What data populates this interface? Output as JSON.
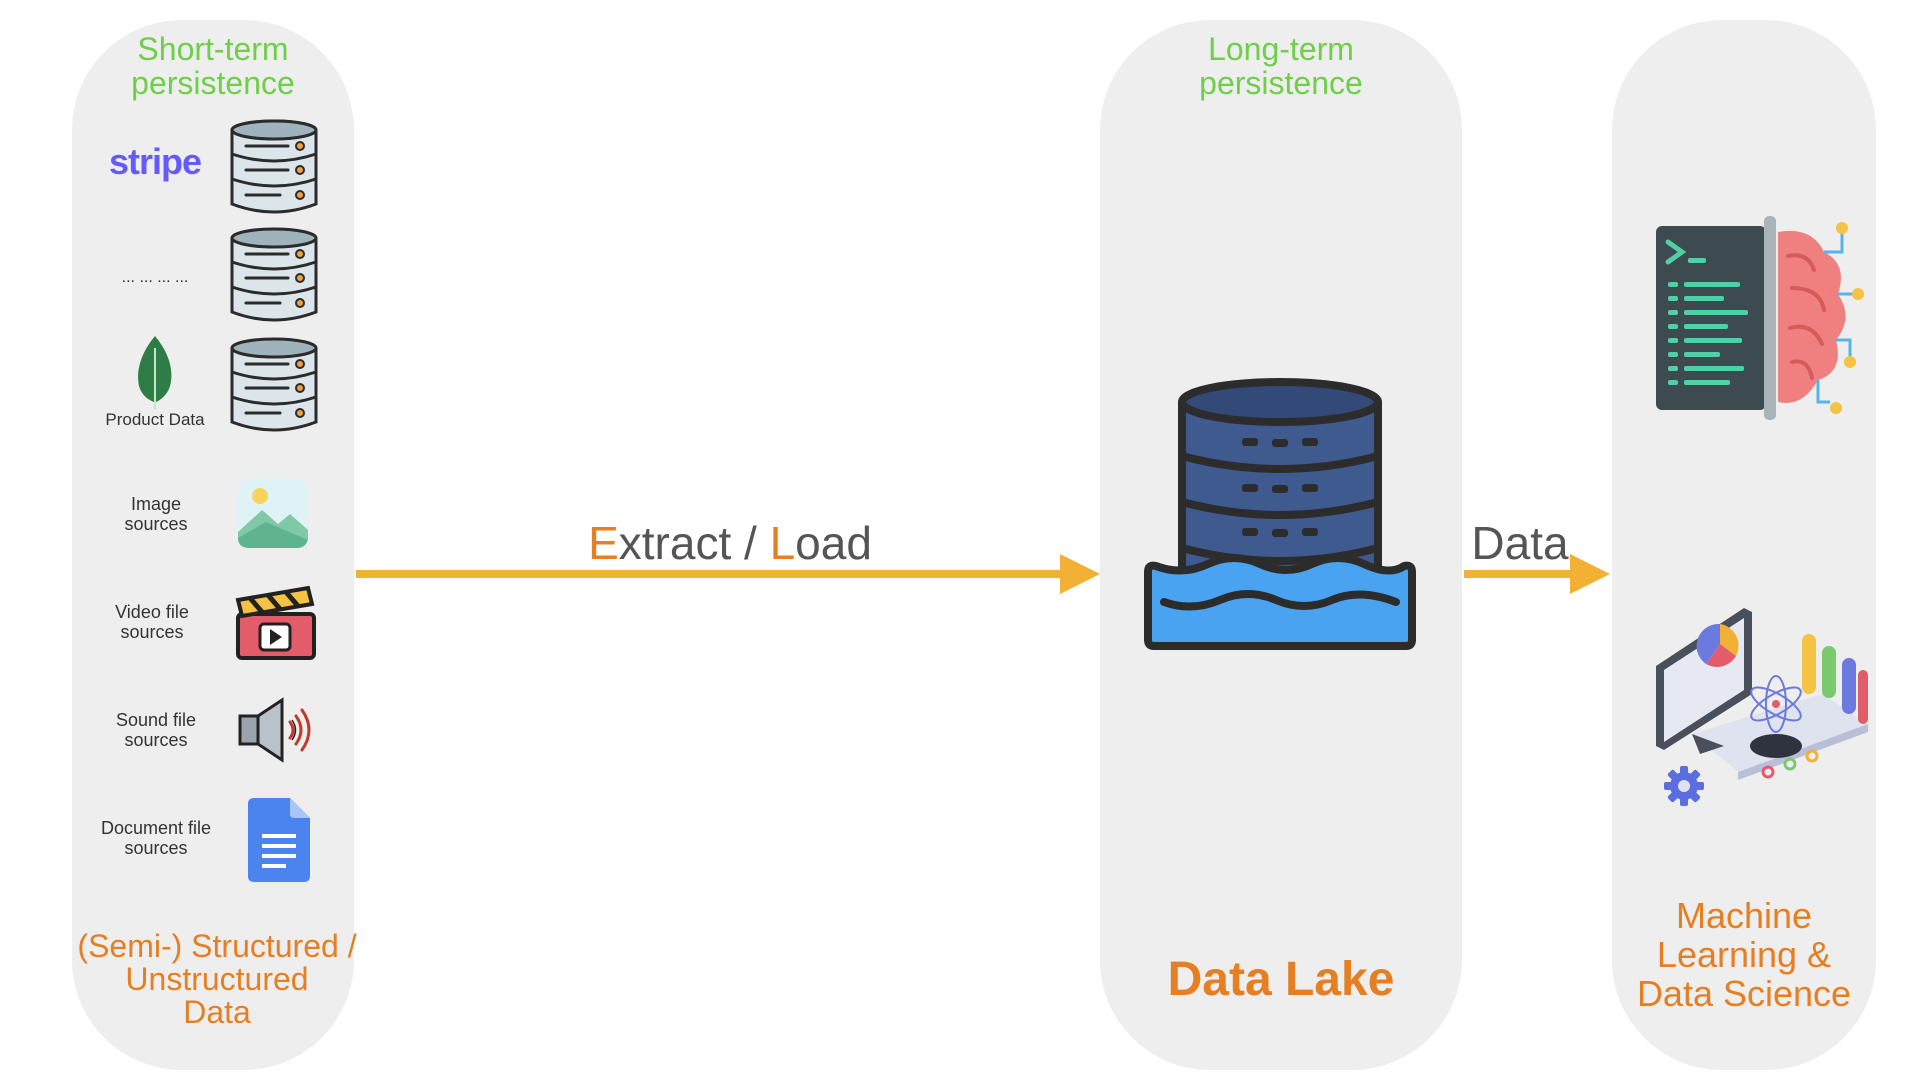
{
  "left_panel": {
    "title_line1": "Short-term",
    "title_line2": "persistence",
    "sources": {
      "stripe_logo": "stripe",
      "ellipsis": "... ... ... ...",
      "product_label": "Product Data",
      "image_line1": "Image",
      "image_line2": "sources",
      "video_line1": "Video file",
      "video_line2": "sources",
      "sound_line1": "Sound file",
      "sound_line2": "sources",
      "doc_line1": "Document file",
      "doc_line2": "sources"
    },
    "bottom_line1": "(Semi-) Structured /",
    "bottom_line2": "Unstructured",
    "bottom_line3": "Data"
  },
  "arrow_main": {
    "label_first": "E",
    "label_rest1": "xtract / ",
    "label_second": "L",
    "label_rest2": "oad"
  },
  "middle_panel": {
    "title_line1": "Long-term",
    "title_line2": "persistence",
    "bottom": "Data Lake"
  },
  "arrow_data": {
    "label": "Data"
  },
  "right_panel": {
    "bottom_line1": "Machine",
    "bottom_line2": "Learning &",
    "bottom_line3": "Data Science"
  },
  "colors": {
    "panel_bg": "#eeeeee",
    "title_green": "#6fcf4a",
    "accent_orange": "#e67e22",
    "arrow_yellow": "#f2b134",
    "lake_blue": "#3f5a8f",
    "water_blue": "#4aa3f0"
  }
}
